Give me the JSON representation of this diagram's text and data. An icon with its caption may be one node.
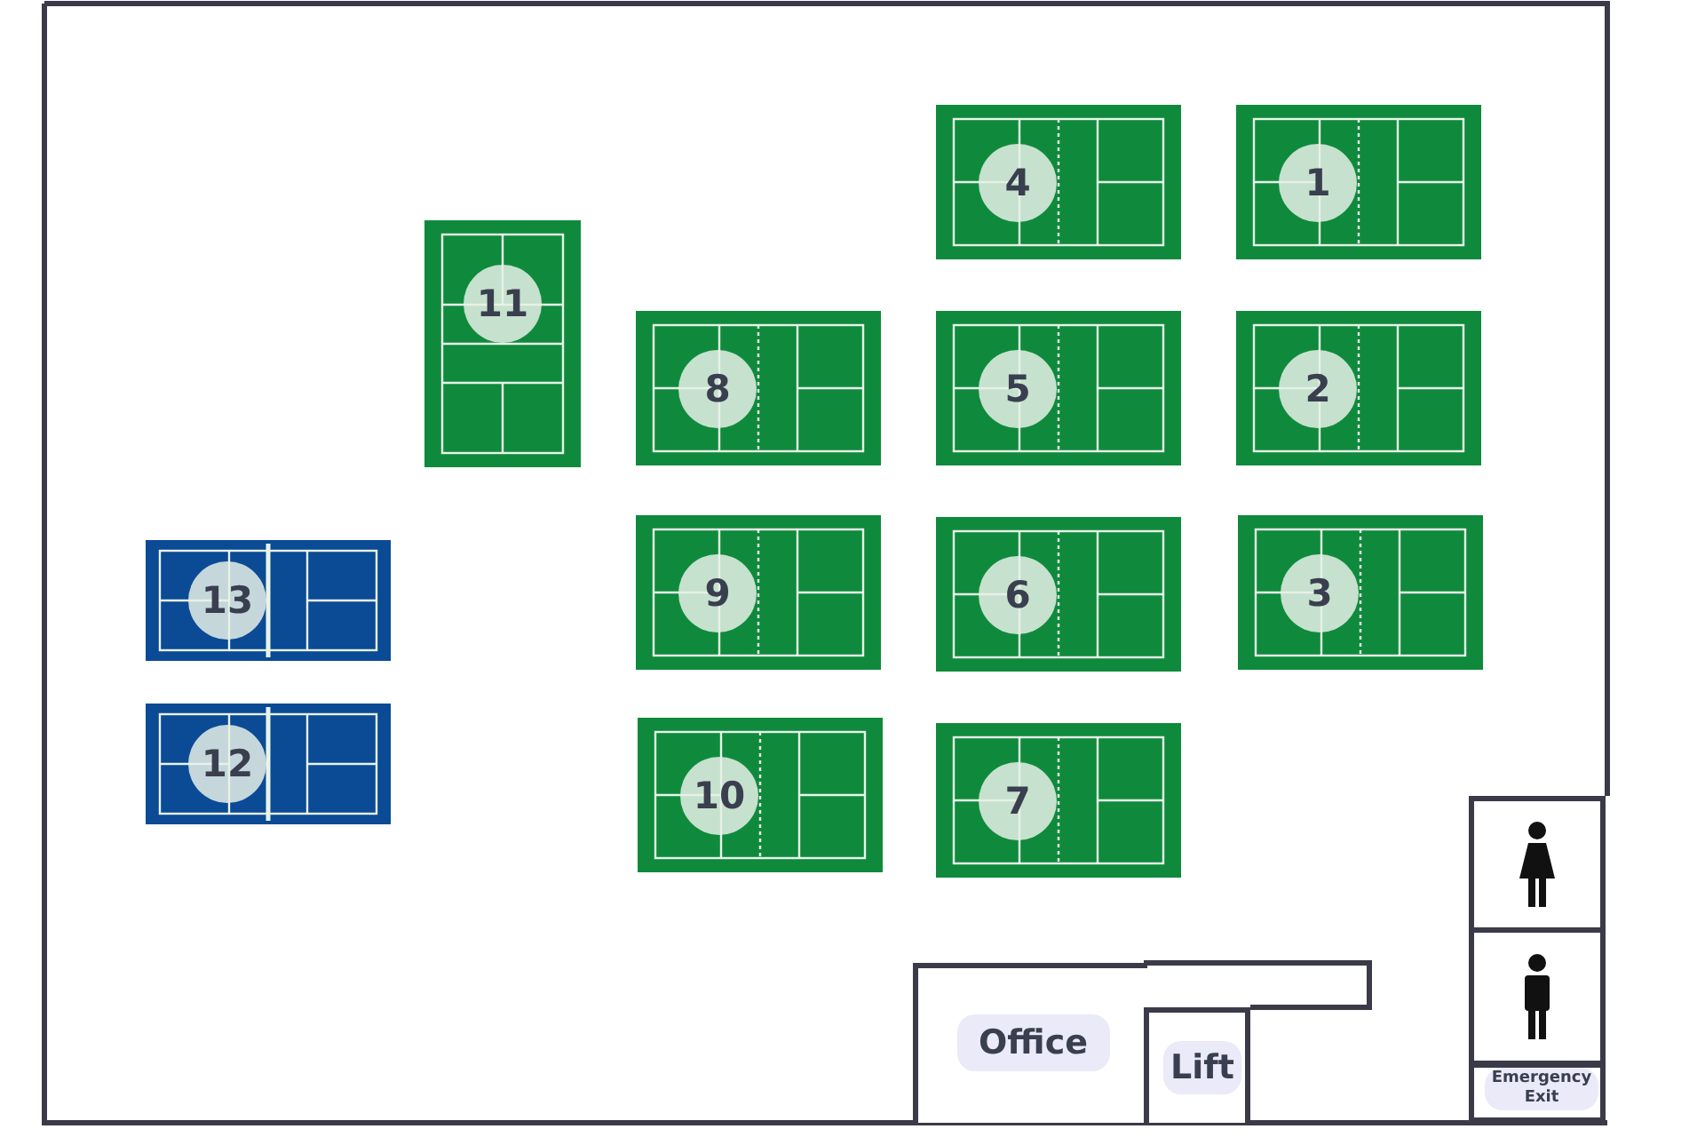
{
  "diagram": {
    "nodes": [
      {
        "text": [
          "4"
        ]
      },
      {
        "text": [
          "1"
        ]
      },
      {
        "text": [
          "11"
        ]
      },
      {
        "text": [
          "8"
        ]
      },
      {
        "text": [
          "5"
        ]
      },
      {
        "text": [
          "2"
        ]
      },
      {
        "text": [
          "13"
        ]
      },
      {
        "text": [
          "9"
        ]
      },
      {
        "text": [
          "6"
        ]
      },
      {
        "text": [
          "3"
        ]
      },
      {
        "text": [
          "12"
        ]
      },
      {
        "text": [
          "10"
        ]
      },
      {
        "text": [
          "7"
        ]
      },
      {
        "text": [],
        "shape": "box"
      },
      {
        "text": [],
        "shape": "box"
      },
      {
        "text": [
          "Office"
        ]
      },
      {
        "text": [
          "Lift"
        ]
      },
      {
        "text": [
          "Emergency Exit"
        ]
      }
    ]
  }
}
